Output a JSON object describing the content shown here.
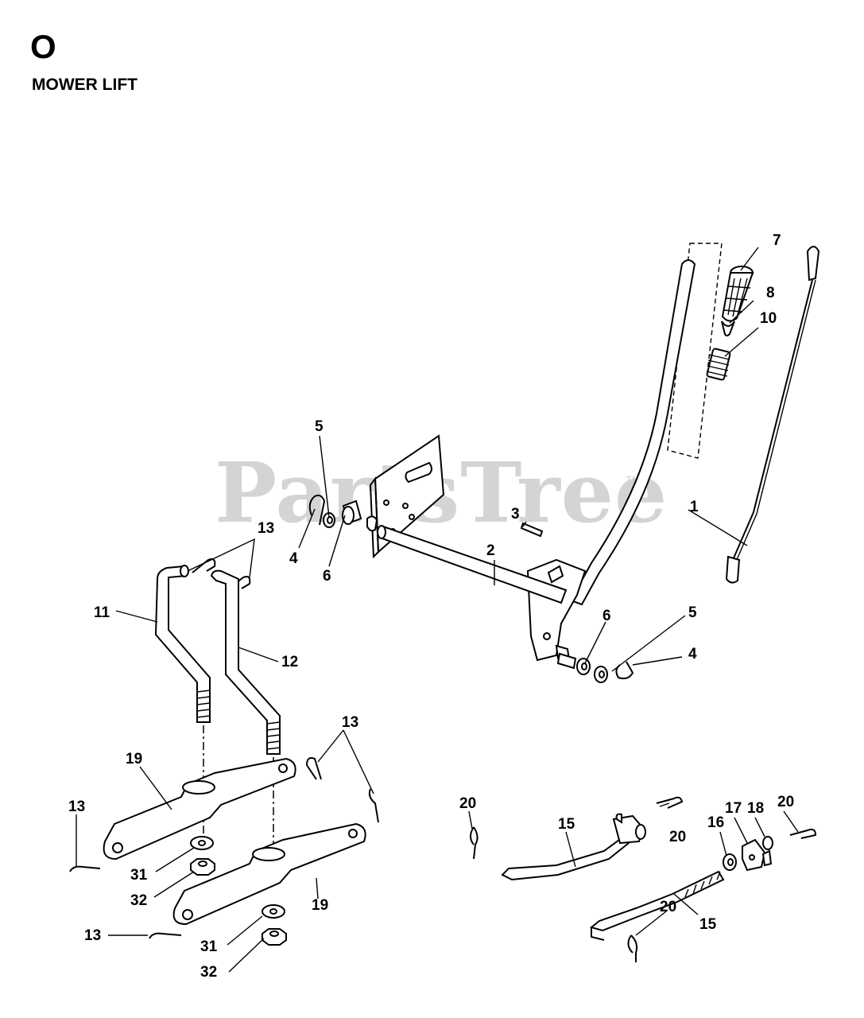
{
  "section": {
    "letter": "O",
    "title": "MOWER LIFT"
  },
  "watermark": {
    "text": "PartsTree",
    "mark": "TM"
  },
  "callouts": [
    "1",
    "2",
    "3",
    "4",
    "4",
    "5",
    "5",
    "6",
    "6",
    "7",
    "8",
    "10",
    "11",
    "12",
    "13",
    "13",
    "13",
    "13",
    "15",
    "15",
    "16",
    "17",
    "18",
    "19",
    "19",
    "20",
    "20",
    "20",
    "20",
    "31",
    "31",
    "32",
    "32"
  ],
  "parts": [
    "lift-lever",
    "lift-shaft",
    "pin",
    "hairpin-clip",
    "washer",
    "bushing",
    "grip",
    "spring-seat",
    "spring",
    "left-lift-link",
    "right-lift-link",
    "hairpin-cotter",
    "adjustment-rod",
    "nut",
    "trunnion",
    "lift-arm",
    "cotter-pin",
    "spacer",
    "jam-nut",
    "mounting-plate",
    "lift-handle-rod"
  ]
}
